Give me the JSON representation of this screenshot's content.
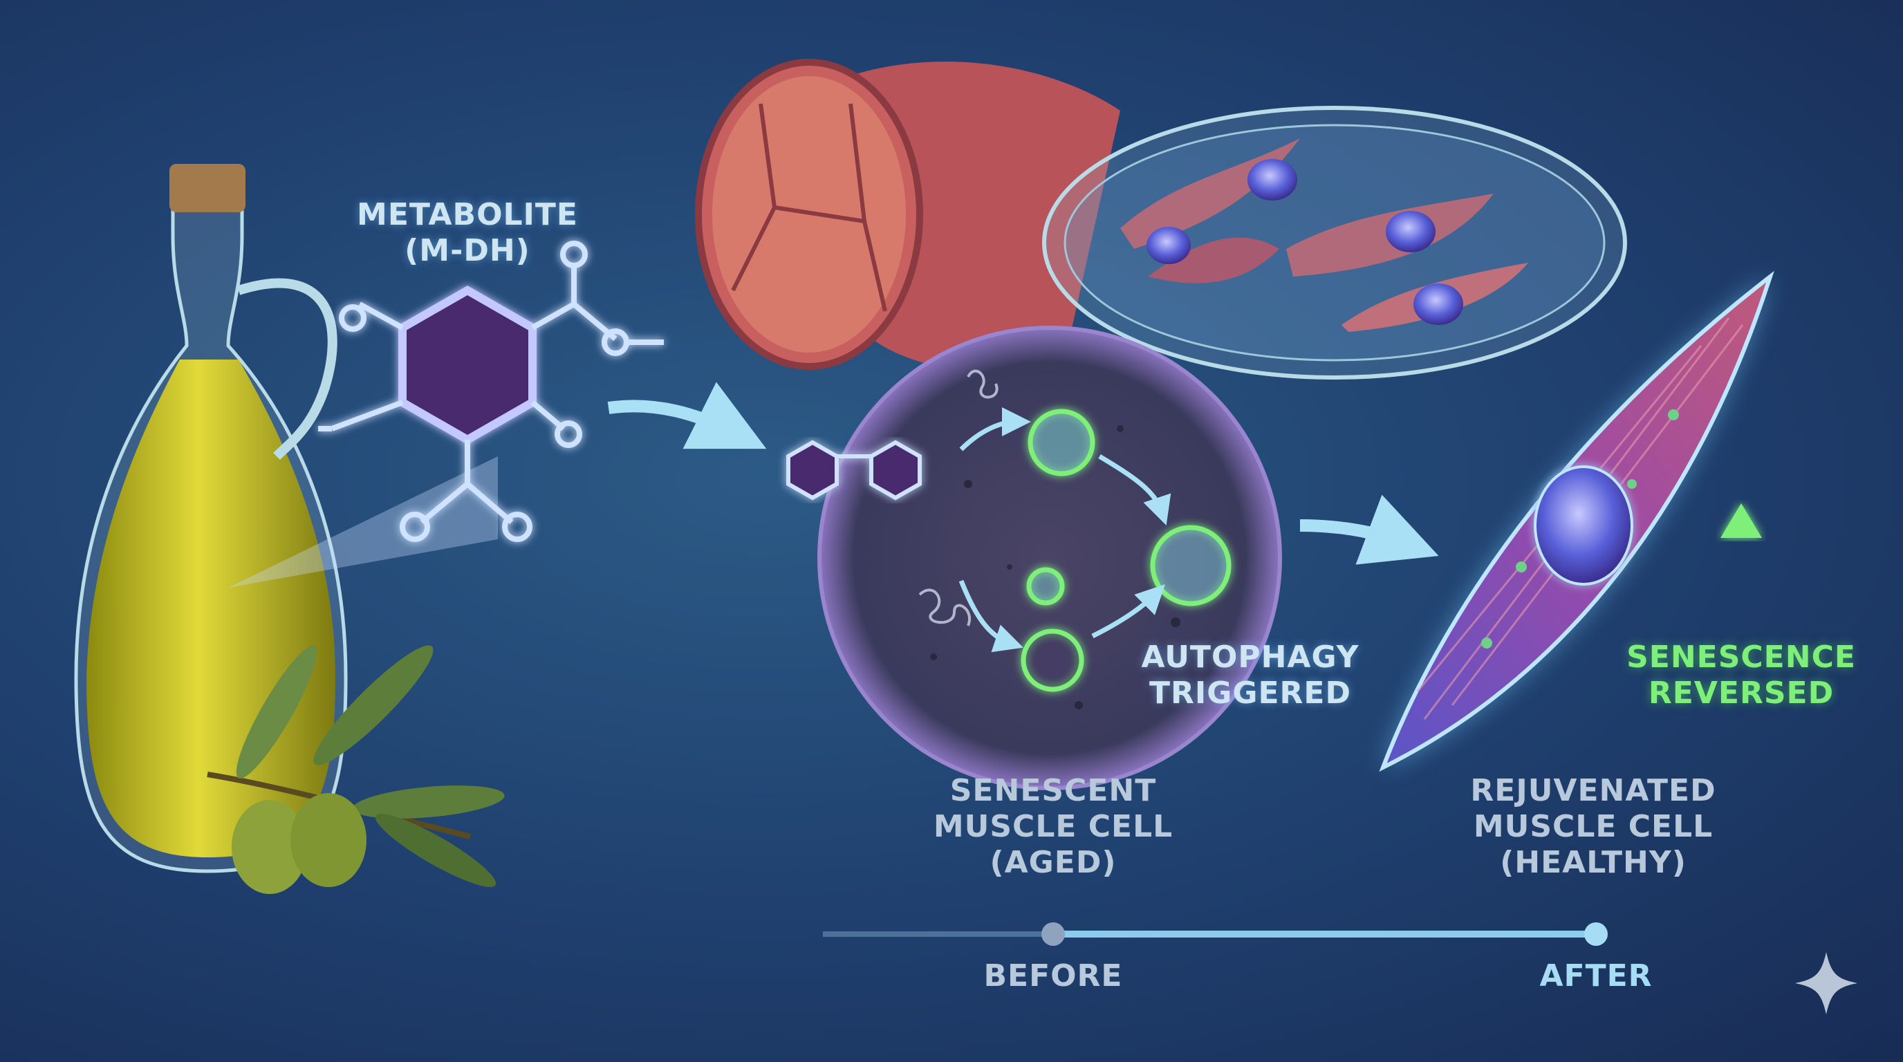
{
  "labels": {
    "metabolite": [
      "METABOLITE",
      "(M-DH)"
    ],
    "autophagy": [
      "AUTOPHAGY",
      "TRIGGERED"
    ],
    "senescent": [
      "SENESCENT",
      "MUSCLE CELL",
      "(AGED)"
    ],
    "rejuvenated": [
      "REJUVENATED",
      "MUSCLE CELL",
      "(HEALTHY)"
    ],
    "reversed": [
      "SENESCENCE",
      "REVERSED"
    ]
  },
  "timeline": {
    "before": "BEFORE",
    "after": "AFTER",
    "progress": 1.0
  },
  "colors": {
    "background": "#1f3f6e",
    "oil": "#c9c21e",
    "molecule": "#4a2a6e",
    "glow": "#a9d8ff",
    "muscle": "#b8535a",
    "green_accent": "#7ef07a",
    "cell": "#6a3f94"
  }
}
